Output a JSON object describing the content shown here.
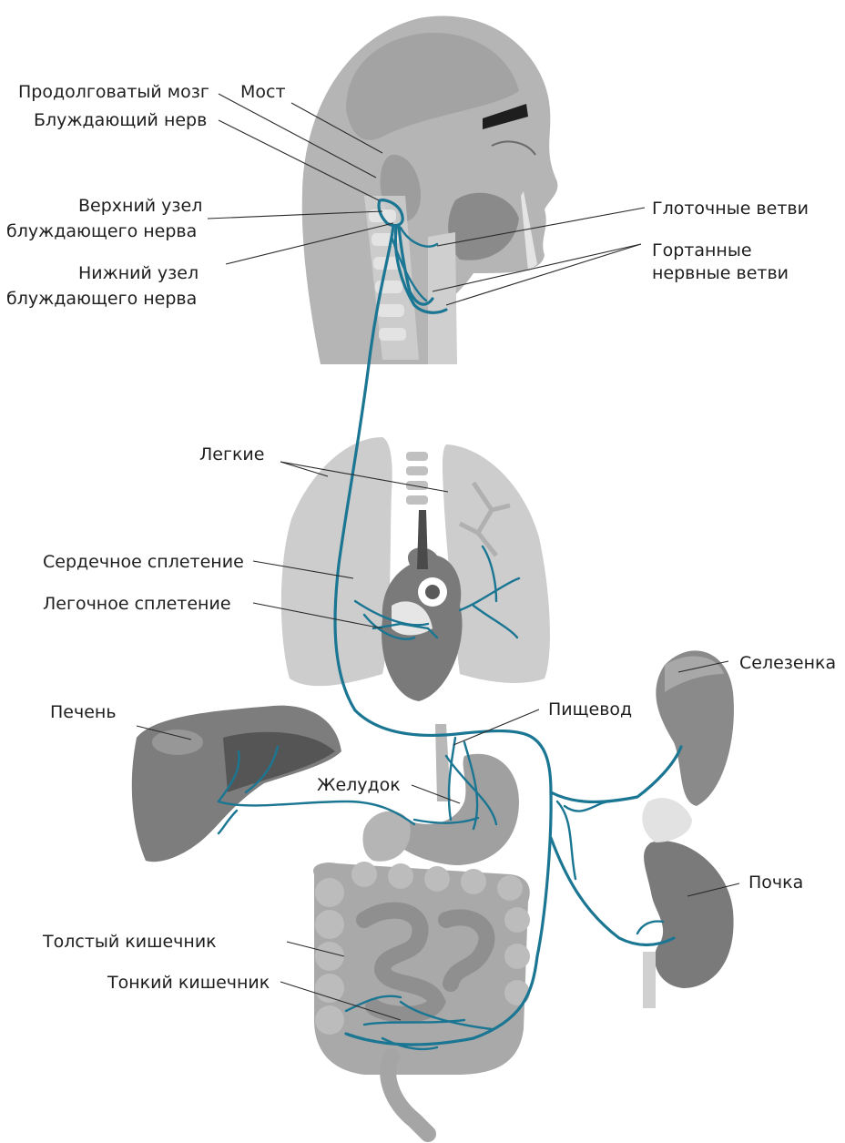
{
  "colors": {
    "nerve": "#1a7692",
    "organ_light": "#c4c4c4",
    "organ_mid": "#9a9a9a",
    "organ_dark": "#6a6a6a",
    "text": "#1e1e1e"
  },
  "labels": {
    "medulla": "Продолговатый мозг",
    "pons": "Мост",
    "vagus": "Блуждающий нерв",
    "superior_ganglion": [
      "Верхний узел",
      "блуждающего нерва"
    ],
    "inferior_ganglion": [
      "Нижний узел",
      "блуждающего нерва"
    ],
    "pharyngeal": "Глоточные ветви",
    "laryngeal": [
      "Гортанные",
      "нервные ветви"
    ],
    "lungs": "Легкие",
    "cardiac_plexus": "Сердечное сплетение",
    "pulmonary_plexus": "Легочное  сплетение",
    "spleen": "Селезенка",
    "liver": "Печень",
    "esophagus": "Пищевод",
    "stomach": "Желудок",
    "kidney": "Почка",
    "large_intestine": "Толстый кишечник",
    "small_intestine": "Тонкий кишечник"
  }
}
